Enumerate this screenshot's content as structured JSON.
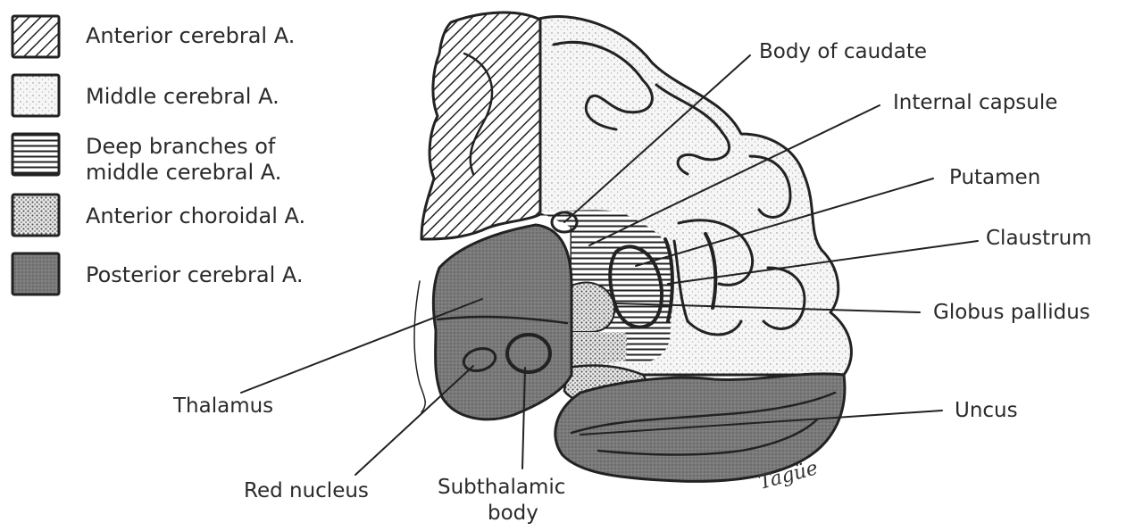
{
  "legend": [
    {
      "lines": [
        "Anterior cerebral A."
      ],
      "pattern": "diagonal-hatch"
    },
    {
      "lines": [
        "Middle cerebral A."
      ],
      "pattern": "sparse-dots"
    },
    {
      "lines": [
        "Deep branches of",
        "middle cerebral A."
      ],
      "pattern": "horizontal-lines"
    },
    {
      "lines": [
        "Anterior choroidal A."
      ],
      "pattern": "dense-dots"
    },
    {
      "lines": [
        "Posterior cerebral A."
      ],
      "pattern": "dark-grey"
    }
  ],
  "labels": {
    "body_of_caudate": "Body of caudate",
    "internal_capsule": "Internal capsule",
    "putamen": "Putamen",
    "claustrum": "Claustrum",
    "globus_pallidus": "Globus pallidus",
    "uncus": "Uncus",
    "thalamus": "Thalamus",
    "red_nucleus": "Red nucleus",
    "subthalamic_line1": "Subthalamic",
    "subthalamic_line2": "body"
  },
  "signature": "Tagüe",
  "colors": {
    "ink": "#2a2a2a",
    "dark_fill": "#7a7a7a",
    "stipple": "#9a9a9a"
  }
}
